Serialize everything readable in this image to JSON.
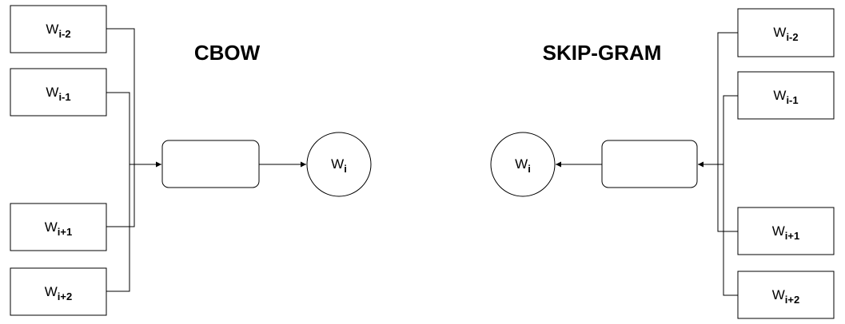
{
  "cbow": {
    "title": "CBOW",
    "inputs": [
      {
        "base": "W",
        "sub": "i-2"
      },
      {
        "base": "W",
        "sub": "i-1"
      },
      {
        "base": "W",
        "sub": "i+1"
      },
      {
        "base": "W",
        "sub": "i+2"
      }
    ],
    "output": {
      "base": "W",
      "sub": "i"
    }
  },
  "skipgram": {
    "title": "SKIP-GRAM",
    "input": {
      "base": "W",
      "sub": "i"
    },
    "outputs": [
      {
        "base": "W",
        "sub": "i-2"
      },
      {
        "base": "W",
        "sub": "i-1"
      },
      {
        "base": "W",
        "sub": "i+1"
      },
      {
        "base": "W",
        "sub": "i+2"
      }
    ]
  }
}
